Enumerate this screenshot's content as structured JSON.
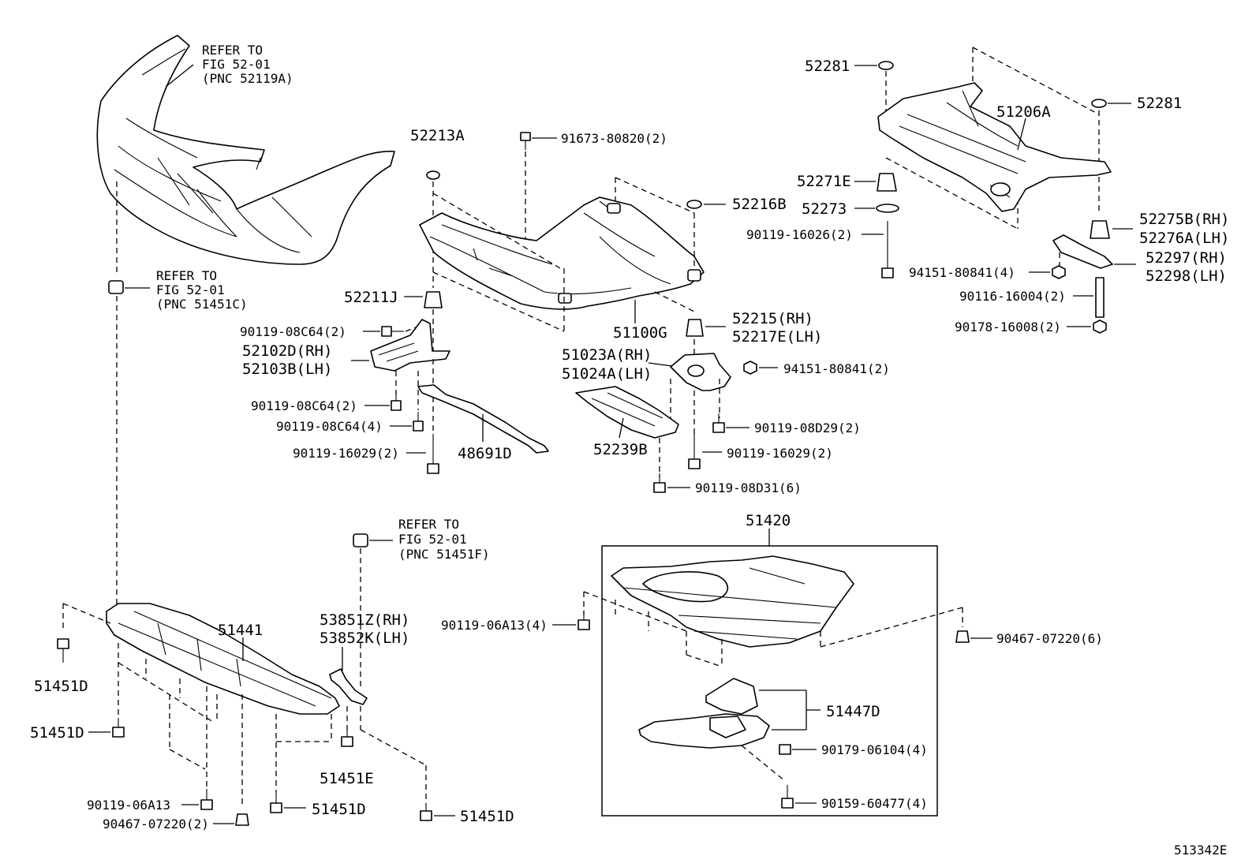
{
  "refs": [
    {
      "line1": "REFER TO",
      "line2": "FIG 52-01",
      "line3": "(PNC 52119A)"
    },
    {
      "line1": "REFER TO",
      "line2": "FIG 52-01",
      "line3": "(PNC 51451C)"
    },
    {
      "line1": "REFER TO",
      "line2": "FIG 52-01",
      "line3": "(PNC 51451F)"
    }
  ],
  "labels": {
    "p52213A": "52213A",
    "p91673": "91673-80820(2)",
    "p52216B": "52216B",
    "p52211J": "52211J",
    "p51100G": "51100G",
    "p9011908C64a": "90119-08C64(2)",
    "p52102D": "52102D(RH)",
    "p52103B": "52103B(LH)",
    "p51023A": "51023A(RH)",
    "p51024A": "51024A(LH)",
    "p52215": "52215(RH)",
    "p52217E": "52217E(LH)",
    "p9415180841a": "94151-80841(2)",
    "p9011908C64b": "90119-08C64(2)",
    "p9011908C64c": "90119-08C64(4)",
    "p9011908D29": "90119-08D29(2)",
    "p9011916029a": "90119-16029(2)",
    "p48691D": "48691D",
    "p52239B": "52239B",
    "p9011916029b": "90119-16029(2)",
    "p9011908D31": "90119-08D31(6)",
    "p52281a": "52281",
    "p52281b": "52281",
    "p51206A": "51206A",
    "p52271E": "52271E",
    "p52273": "52273",
    "p9011916026": "90119-16026(2)",
    "p52275B": "52275B(RH)",
    "p52276A": "52276A(LH)",
    "p9415180841b": "94151-80841(4)",
    "p52297": "52297(RH)",
    "p52298": "52298(LH)",
    "p9011616004": "90116-16004(2)",
    "p9017816008": "90178-16008(2)",
    "p51420": "51420",
    "p9011906A13a": "90119-06A13(4)",
    "p9046707220a": "90467-07220(6)",
    "p51447D": "51447D",
    "p9017906104": "90179-06104(4)",
    "p9015960477": "90159-60477(4)",
    "p51441": "51441",
    "p53851Z": "53851Z(RH)",
    "p53852K": "53852K(LH)",
    "p51451Da": "51451D",
    "p51451Db": "51451D",
    "p51451E": "51451E",
    "p9011906A13b": "90119-06A13",
    "p51451Dc": "51451D",
    "p51451Dd": "51451D",
    "p9046707220b": "90467-07220(2)",
    "figure_id": "513342E"
  }
}
